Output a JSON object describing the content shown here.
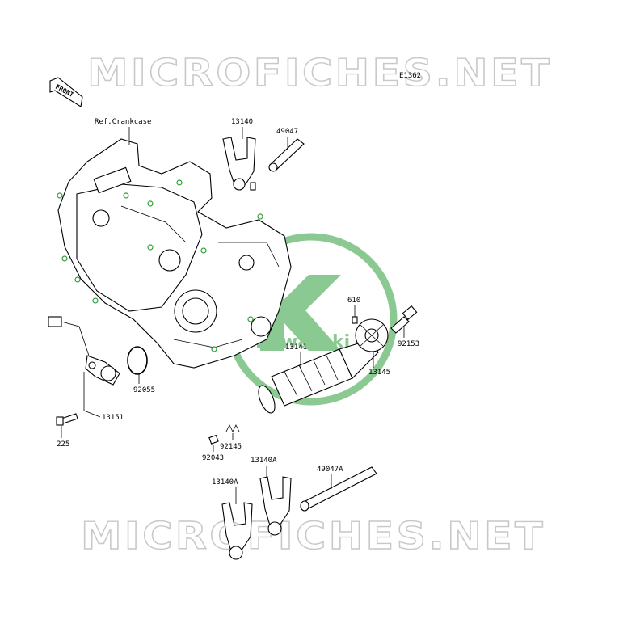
{
  "watermark": "MICROFICHES.NET",
  "diagram_code": "E1362",
  "front_marker": "FRONT",
  "reference_label": "Ref.Crankcase",
  "logo_text": "Kawasaki",
  "accent_green": "#2e9e3a",
  "parts": [
    {
      "id": "13140",
      "label": "13140"
    },
    {
      "id": "49047",
      "label": "49047"
    },
    {
      "id": "610",
      "label": "610"
    },
    {
      "id": "92153",
      "label": "92153"
    },
    {
      "id": "13141",
      "label": "13141"
    },
    {
      "id": "13145",
      "label": "13145"
    },
    {
      "id": "92055",
      "label": "92055"
    },
    {
      "id": "13151",
      "label": "13151"
    },
    {
      "id": "225",
      "label": "225"
    },
    {
      "id": "92145",
      "label": "92145"
    },
    {
      "id": "92043",
      "label": "92043"
    },
    {
      "id": "13140A-left",
      "label": "13140A"
    },
    {
      "id": "13140A-right",
      "label": "13140A"
    },
    {
      "id": "49047A",
      "label": "49047A"
    }
  ]
}
